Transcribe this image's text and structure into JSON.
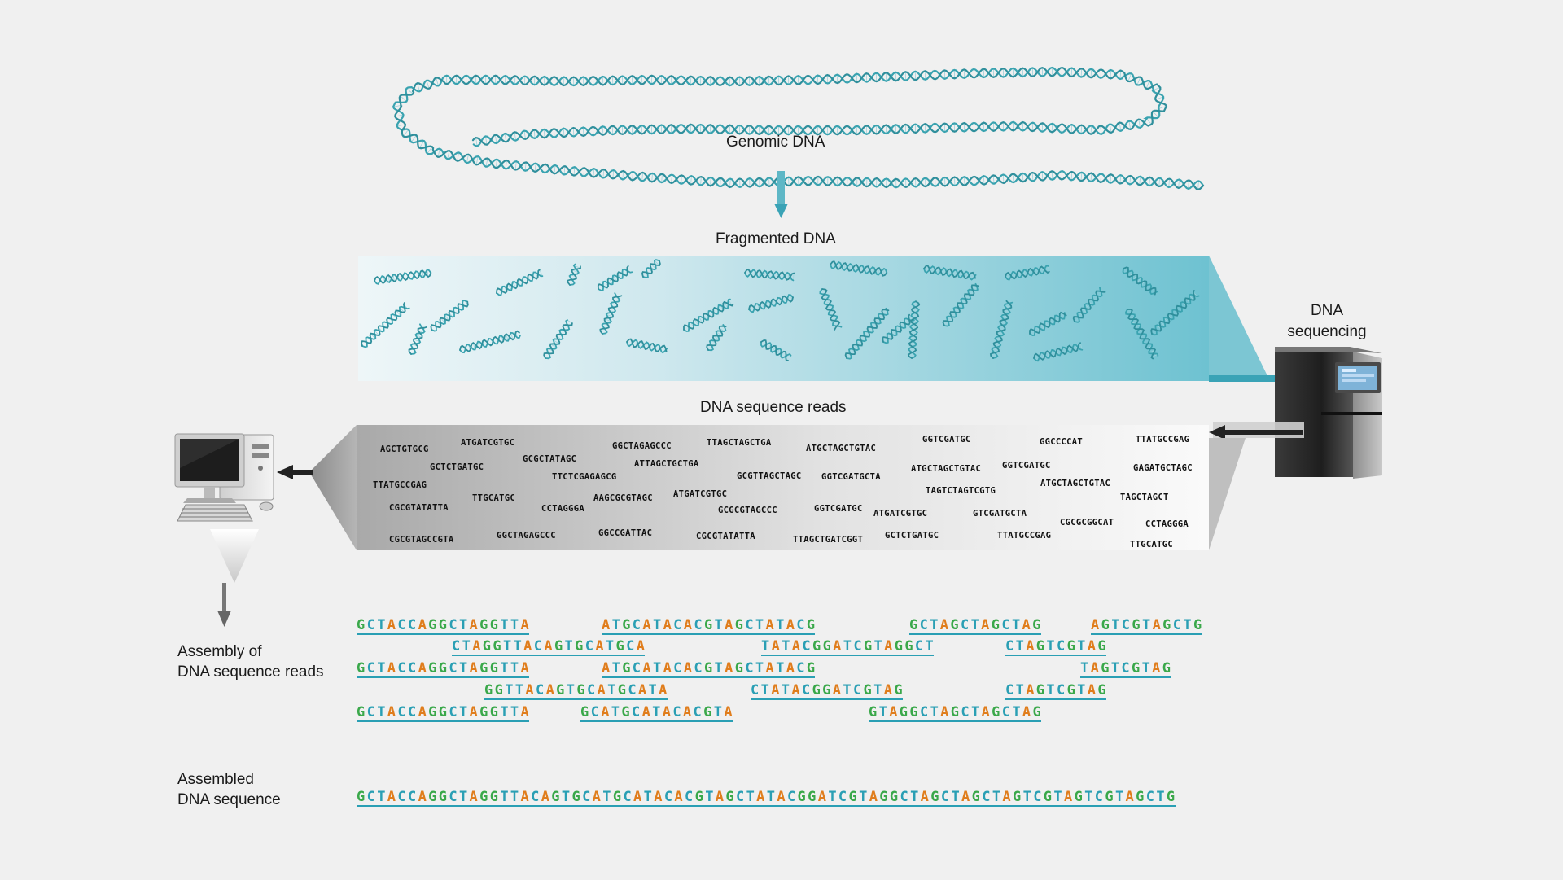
{
  "labels": {
    "genomic": "Genomic DNA",
    "fragmented": "Fragmented DNA",
    "sequencing": [
      "DNA",
      "sequencing"
    ],
    "reads_title": "DNA sequence reads",
    "assembly": [
      "Assembly of",
      "DNA sequence reads"
    ],
    "assembled": [
      "Assembled",
      "DNA sequence"
    ]
  },
  "reads": [
    "AGCTGTGCG",
    "ATGATCGTGC",
    "GGCTAGAGCCC",
    "TTAGCTAGCTGA",
    "ATGCTAGCTGTAC",
    "GGTCGATGC",
    "GGCCCCAT",
    "TTATGCCGAG",
    "GCGCTATAGC",
    "ATTAGCTGCTGA",
    "GCTCTGATGC",
    "TTCTCGAGAGCG",
    "GCGTTAGCTAGC",
    "GGTCGATGCTA",
    "ATGCTAGCTGTAC",
    "GGTCGATGC",
    "GAGATGCTAGC",
    "TTATGCCGAG",
    "ATGATCGTGC",
    "ATGCTAGCTGTAC",
    "TTGCATGC",
    "AAGCGCGTAGC",
    "TAGTCTAGTCGTG",
    "TAGCTAGCT",
    "CGCGTATATTA",
    "CCTAGGGA",
    "GCGCGTAGCCC",
    "GGTCGATGC",
    "ATGATCGTGC",
    "GTCGATGCTA",
    "CGCGCGGCAT",
    "CCTAGGGA",
    "CGCGTAGCCGTA",
    "GGCTAGAGCCC",
    "GGCCGATTAC",
    "CGCGTATATTA",
    "TTAGCTGATCGGT",
    "GCTCTGATGC",
    "TTATGCCGAG",
    "TTGCATGC"
  ],
  "assembly_rows": [
    [
      "GCTACCAGGCTAGGTTA",
      "ATGCATACACGTAGCTATACG",
      "GCTAGCTAGCTAG",
      "AGTCGTAGCTG"
    ],
    [
      "CTAGGTTACAGTGCATGCA",
      "TATACGGATCGTAGGCT",
      "CTAGTCGTAG"
    ],
    [
      "GCTACCAGGCTAGGTTA",
      "ATGCATACACGTAGCTATACG",
      "TAGTCGTAG"
    ],
    [
      "GGTTACAGTGCATGCATA",
      "CTATACGGATCGTAG",
      "CTAGTCGTAG"
    ],
    [
      "GCTACCAGGCTAGGTTA",
      "GCATGCATACACGTA",
      "GTAGGCTAGCTAGCTAG"
    ]
  ],
  "assembled_sequence": "GCTACCAGGCTAGGTTACAGTGCATGCATACACGTAGCTATACGGATCGTAGGCTAGCTAGCTAGTCGTAGTCGTAGCTG",
  "colors": {
    "G": "#3aa84a",
    "A": "#e07d1c",
    "C": "#2a9fb4",
    "T": "#2a9fb4",
    "dna": "#3aa3b0",
    "band_teal": "#5fbccc",
    "arrow": "#3aa3b6"
  }
}
